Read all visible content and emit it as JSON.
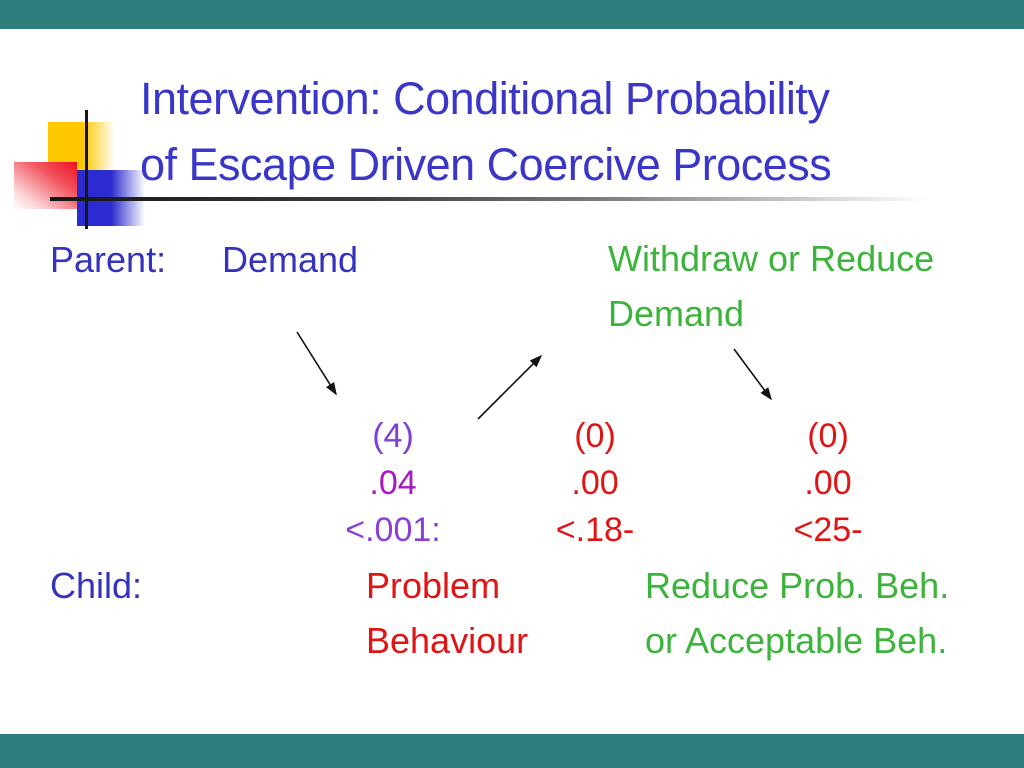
{
  "slide": {
    "title_line1": "Intervention: Conditional Probability",
    "title_line2": "of Escape Driven Coercive Process",
    "parent": {
      "label": "Parent:",
      "demand": "Demand",
      "right_line1": "Withdraw or Reduce",
      "right_line2": "Demand"
    },
    "columns": [
      {
        "count": "(4)",
        "prob": ".04",
        "stat": "<.001:"
      },
      {
        "count": "(0)",
        "prob": ".00",
        "stat": "<.18-"
      },
      {
        "count": "(0)",
        "prob": ".00",
        "stat": "<25-"
      }
    ],
    "child": {
      "label": "Child:",
      "mid_line1": "Problem",
      "mid_line2": "Behaviour",
      "right_line1": "Reduce Prob. Beh.",
      "right_line2": "or Acceptable Beh."
    },
    "colors": {
      "viewer_band_teal": "#2f7e7e",
      "title_blue": "#3936c8",
      "body_blue": "#3533be",
      "green": "#3cb43c",
      "red": "#e11414",
      "purple_paren": "#7e3ed6",
      "purple_value": "#a718c2",
      "purple_stat": "#8b3fd6",
      "deco_yellow": "#ffc800",
      "deco_red": "#ee1122",
      "deco_blue": "#2b2bcf"
    }
  }
}
